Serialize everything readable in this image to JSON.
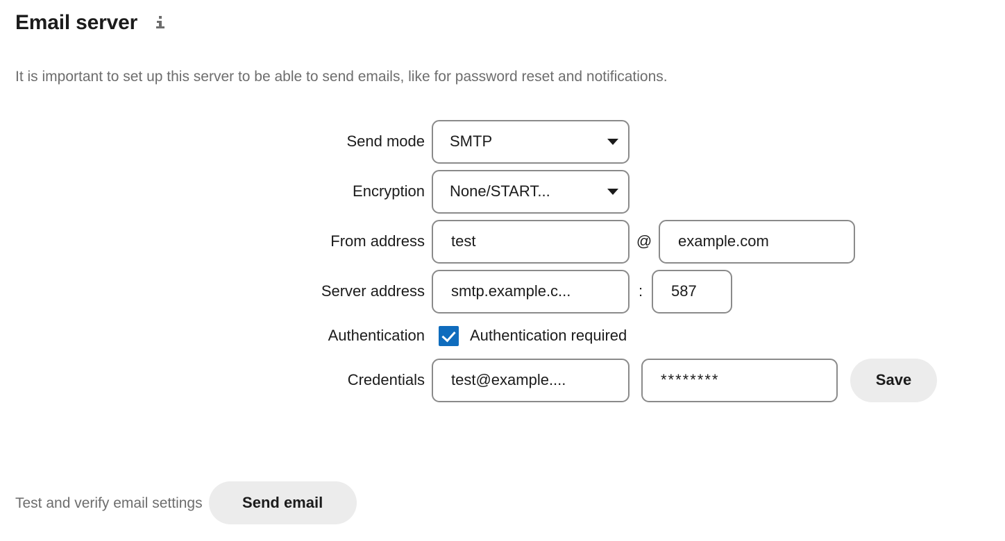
{
  "header": {
    "title": "Email server",
    "info_icon": "info-icon",
    "description": "It is important to set up this server to be able to send emails, like for password reset and notifications."
  },
  "form": {
    "send_mode": {
      "label": "Send mode",
      "value": "SMTP",
      "caret_icon": "chevron-down-icon"
    },
    "encryption": {
      "label": "Encryption",
      "value": "None/START...",
      "caret_icon": "chevron-down-icon"
    },
    "from_address": {
      "label": "From address",
      "local_part": "test",
      "separator": "@",
      "domain": "example.com"
    },
    "server_address": {
      "label": "Server address",
      "host": "smtp.example.c...",
      "separator": ":",
      "port": "587"
    },
    "authentication": {
      "label": "Authentication",
      "checkbox_label": "Authentication required",
      "checked": true
    },
    "credentials": {
      "label": "Credentials",
      "username": "test@example....",
      "password": "********",
      "save_label": "Save"
    }
  },
  "footer": {
    "test_label": "Test and verify email settings",
    "send_email_label": "Send email"
  },
  "colors": {
    "accent_checkbox": "#0f6cbd",
    "text_primary": "#1b1b1b",
    "text_muted": "#6d6d6d",
    "border": "#8a8a8a",
    "button_bg": "#ececec",
    "page_bg": "#ffffff"
  }
}
